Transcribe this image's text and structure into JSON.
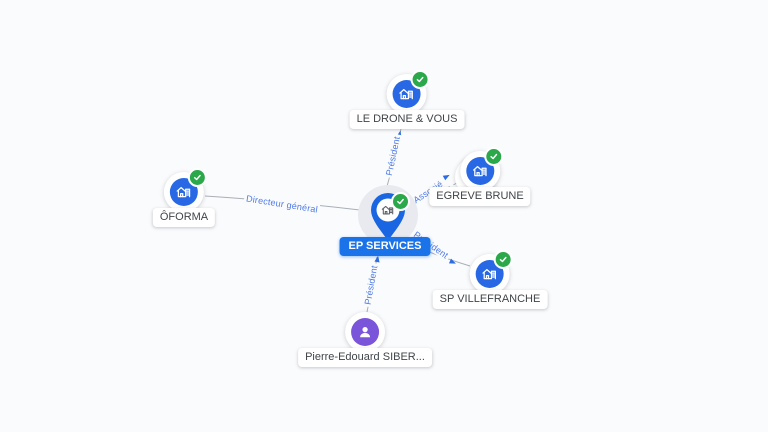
{
  "app": {
    "view": "company-relations-graph",
    "background": "#fafbfd"
  },
  "colors": {
    "accent_blue": "#1a73e8",
    "node_blue": "#2868e4",
    "verified_green": "#2ba84a",
    "person_purple": "#7a55da",
    "edge_gray": "#a9aeb6",
    "edge_label_blue": "#4d79e6",
    "label_text": "#40454a"
  },
  "icons": {
    "company": "building-icon",
    "person": "person-icon",
    "verified": "check-badge-icon",
    "center": "map-pin-icon"
  },
  "center": {
    "label": "EP SERVICES",
    "type": "company",
    "verified": true
  },
  "nodes": [
    {
      "id": "drone",
      "label": "LE DRONE & VOUS",
      "type": "company",
      "verified": true
    },
    {
      "id": "egreve",
      "label": "EGREVE BRUNE",
      "type": "company",
      "verified": true
    },
    {
      "id": "spv",
      "label": "SP VILLEFRANCHE",
      "type": "company",
      "verified": true
    },
    {
      "id": "oforma",
      "label": "ÔFORMA",
      "type": "company",
      "verified": true
    },
    {
      "id": "person",
      "label": "Pierre-Edouard SIBER...",
      "type": "person",
      "verified": false
    }
  ],
  "edges": [
    {
      "from": "EP SERVICES",
      "to": "LE DRONE & VOUS",
      "label": "Président",
      "style": "solid"
    },
    {
      "from": "EP SERVICES",
      "to": "EGREVE BRUNE",
      "label": "Associé",
      "style": "dashed"
    },
    {
      "from": "EP SERVICES",
      "to": "SP VILLEFRANCHE",
      "label": "Président",
      "style": "solid"
    },
    {
      "from": "EP SERVICES",
      "to": "ÔFORMA",
      "label": "Directeur général",
      "style": "solid"
    },
    {
      "from": "Pierre-Edouard SIBER...",
      "to": "EP SERVICES",
      "label": "Président",
      "style": "solid"
    }
  ]
}
